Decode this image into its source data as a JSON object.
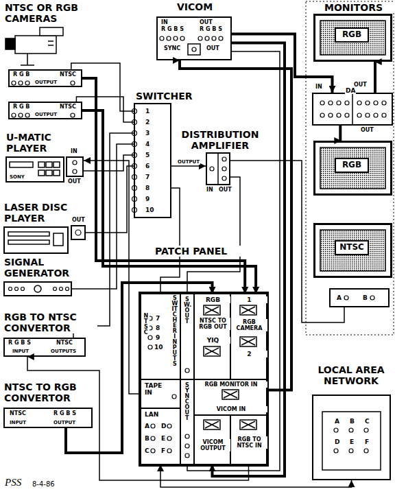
{
  "diagram": {
    "nodes": [
      {
        "text": [
          "VICOM",
          "IN",
          "R G B S",
          "OUT",
          "R G B S",
          "SYNC",
          "OUT"
        ]
      },
      {
        "text": [
          "MONITORS",
          "RGB"
        ]
      },
      {
        "text": [
          "DA",
          "IN",
          "OUT",
          "OUT"
        ]
      },
      {
        "text": [
          "RGB"
        ]
      },
      {
        "text": [
          "NTSC"
        ]
      },
      {
        "text": [
          "A",
          "B"
        ]
      },
      {
        "text": [
          "NTSC OR RGB CAMERAS",
          "R G B",
          "NTSC",
          "OUTPUT"
        ]
      },
      {
        "text": [
          "R G B",
          "NTSC",
          "OUTPUT"
        ]
      },
      {
        "text": [
          "SWITCHER",
          "1",
          "2",
          "3",
          "4",
          "5",
          "6",
          "7",
          "8",
          "9",
          "10"
        ]
      },
      {
        "text": [
          "U-MATIC PLAYER",
          "SONY"
        ]
      },
      {
        "text": [
          "IN",
          "OUT"
        ]
      },
      {
        "text": [
          "DISTRIBUTION AMPLIFIER",
          "IN",
          "OUT"
        ]
      },
      {
        "text": [
          "LASER DISC PLAYER"
        ]
      },
      {
        "text": [
          "OUT"
        ]
      },
      {
        "text": [
          "SIGNAL GENERATOR"
        ]
      },
      {
        "text": [
          "RGB TO NTSC CONVERTOR",
          "R G B S",
          "INPUT",
          "NTSC",
          "OUTPUTS"
        ]
      },
      {
        "text": [
          "NTSC TO RGB CONVERTOR",
          "NTSC",
          "INPUT",
          "R G B S",
          "OUTPUT"
        ]
      },
      {
        "text": [
          "PATCH PANEL"
        ]
      },
      {
        "text": [
          "NTSC",
          "7",
          "8",
          "9",
          "10",
          "SWITCHER INPUTS"
        ],
        "in": 17
      },
      {
        "text": [
          "SW. OUT"
        ],
        "in": 17
      },
      {
        "text": [
          "RGB",
          "NTSC TO RGB OUT",
          "YIQ"
        ],
        "in": 17
      },
      {
        "text": [
          "1",
          "RGB CAMERA",
          "2"
        ],
        "in": 17
      },
      {
        "text": [
          "TAPE IN"
        ],
        "in": 17
      },
      {
        "text": [
          "SYNC OUT"
        ],
        "in": 17
      },
      {
        "text": [
          "RGB MONITOR IN",
          "VICOM IN"
        ],
        "in": 17
      },
      {
        "text": [
          "LAN",
          "A",
          "D",
          "B",
          "E",
          "C",
          "F"
        ],
        "in": 17
      },
      {
        "text": [
          "VICOM OUTPUT"
        ],
        "in": 17
      },
      {
        "text": [
          "RGB TO NTSC IN"
        ],
        "in": 17
      },
      {
        "text": [
          "LOCAL AREA NETWORK",
          "A",
          "B",
          "C",
          "D",
          "E",
          "F"
        ]
      }
    ],
    "edges": [
      {
        "from": 6,
        "to": 21,
        "arrow": "to"
      },
      {
        "from": 7,
        "to": 21,
        "arrow": "to"
      },
      {
        "from": 6,
        "to": 8,
        "arrow": "none"
      },
      {
        "from": 7,
        "to": 8,
        "arrow": "none"
      },
      {
        "from": 10,
        "to": 8,
        "arrow": "none"
      },
      {
        "from": 13,
        "to": 8,
        "arrow": "none"
      },
      {
        "from": 14,
        "to": 8,
        "arrow": "none"
      },
      {
        "from": 15,
        "to": 8,
        "arrow": "none"
      },
      {
        "from": 8,
        "to": 11,
        "label": "OUTPUT",
        "arrow": "to"
      },
      {
        "from": 8,
        "to": 18,
        "arrow": "none"
      },
      {
        "from": 11,
        "to": 19,
        "arrow": "none"
      },
      {
        "from": 11,
        "to": 5,
        "arrow": "none"
      },
      {
        "from": 0,
        "to": 2,
        "arrow": "to"
      },
      {
        "from": 2,
        "to": 1,
        "arrow": "to"
      },
      {
        "from": 2,
        "to": 3,
        "arrow": "to"
      },
      {
        "from": 24,
        "to": 0,
        "arrow": "to"
      },
      {
        "from": 0,
        "to": 26,
        "arrow": "to"
      },
      {
        "from": 27,
        "to": 15,
        "arrow": "to"
      },
      {
        "from": 16,
        "to": 20,
        "arrow": "to"
      },
      {
        "from": 23,
        "to": 0,
        "arrow": "none"
      },
      {
        "from": 25,
        "to": 28,
        "arrow": "both"
      },
      {
        "from": 22,
        "to": 10,
        "arrow": "to"
      }
    ],
    "labels": [
      "PSS",
      "8-4-86"
    ]
  }
}
